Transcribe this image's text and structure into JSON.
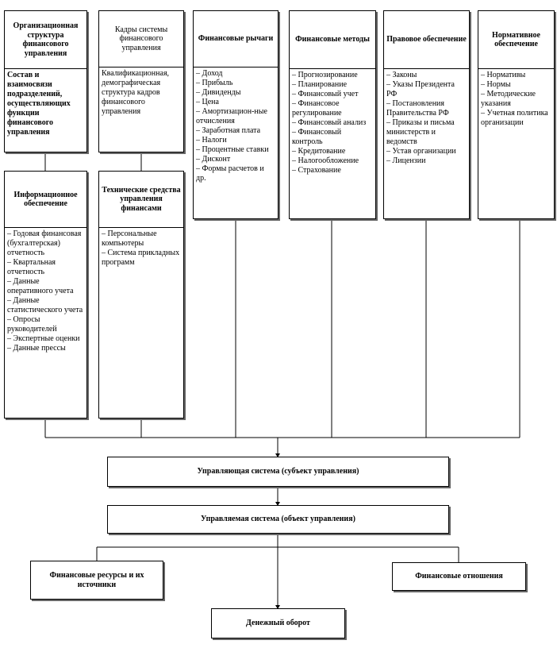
{
  "org_structure": {
    "header": "Организационная структура финансового управления",
    "body": "Состав и взаимосвязи подразделений, осуществляющих функции финансового управления"
  },
  "personnel": {
    "header": "Кадры системы финансового управления",
    "body": "Квалификационная, демографическая структура кадров финансового управления"
  },
  "fin_levers": {
    "header": "Финансовые рычаги",
    "items": [
      "– Доход",
      "– Прибыль",
      "– Дивиденды",
      "– Цена",
      "– Амортизацион-ные отчисления",
      "– Заработная плата",
      "– Налоги",
      "– Процентные ставки",
      "– Дисконт",
      "– Формы расчетов и др."
    ]
  },
  "fin_methods": {
    "header": "Финансовые методы",
    "items": [
      "– Прогнозирование",
      "– Планирование",
      "– Финансовый учет",
      "– Финансовое регулирование",
      "– Финансовый анализ",
      "– Финансовый контроль",
      "– Кредитование",
      "– Налогообложение",
      "– Страхование"
    ]
  },
  "legal": {
    "header": "Правовое обеспечение",
    "items": [
      "– Законы",
      "– Указы Президента РФ",
      "– Постановления Правительства РФ",
      "– Приказы и письма министерств и ведомств",
      "– Устав организации",
      "– Лицензии"
    ]
  },
  "normative": {
    "header": "Нормативное обеспечение",
    "items": [
      "– Нормативы",
      "– Нормы",
      "– Методические указания",
      "– Учетная политика организации"
    ]
  },
  "info": {
    "header": "Информационное обеспечение",
    "items": [
      "– Годовая финансовая (бухгалтерская) отчетность",
      "– Квартальная отчетность",
      "– Данные оперативного учета",
      "– Данные статистического учета",
      "– Опросы руководителей",
      "– Экспертные оценки",
      "– Данные прессы"
    ]
  },
  "tech": {
    "header": "Технические средства управления финансами",
    "items": [
      "– Персональные компьютеры",
      "– Система прикладных программ"
    ]
  },
  "managing_system": "Управляющая система (субъект управления)",
  "managed_system": "Управляемая система (объект управления)",
  "fin_resources": "Финансовые ресурсы и их источники",
  "fin_relations": "Финансовые отношения",
  "money_turnover": "Денежный оборот"
}
